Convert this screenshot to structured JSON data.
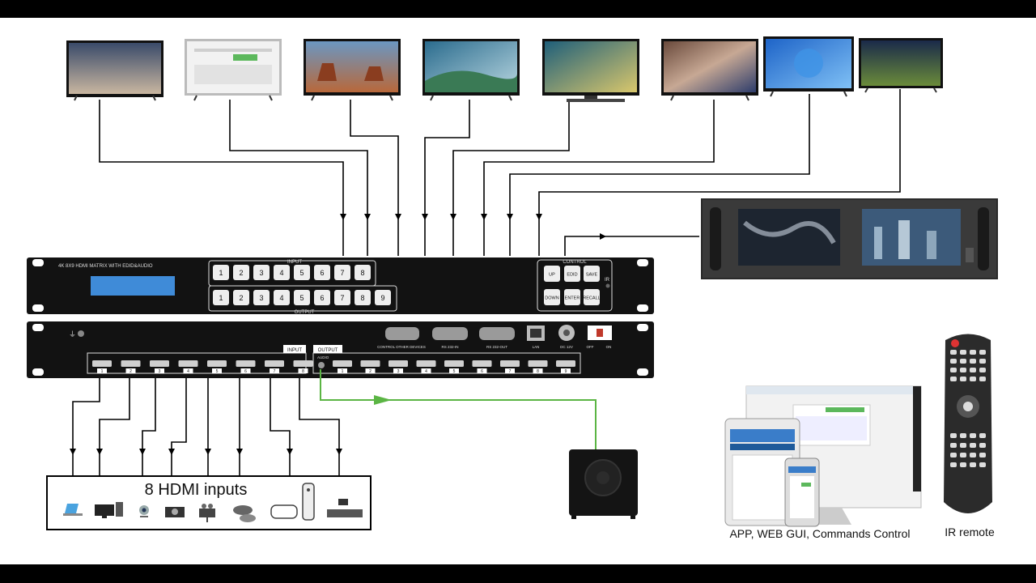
{
  "matrix": {
    "title": "4K 8X9 HDMI MATRIX WITH EDID&AUDIO",
    "input_group_label": "INPUT",
    "output_group_label": "OUTPUT",
    "input_buttons": [
      "1",
      "2",
      "3",
      "4",
      "5",
      "6",
      "7",
      "8"
    ],
    "output_buttons": [
      "1",
      "2",
      "3",
      "4",
      "5",
      "6",
      "7",
      "8",
      "9"
    ],
    "control_label": "CONTROL",
    "control_buttons": [
      "UP",
      "EDID",
      "SAVE",
      "DOWN",
      "ENTER",
      "RECALL"
    ],
    "ir_label": "IR"
  },
  "rear_panel": {
    "ports": [
      "CONTROL OTHER DEVICES",
      "RS 232-IN",
      "RS 232-OUT",
      "LAN",
      "DC 12V"
    ],
    "power_labels": [
      "OFF",
      "ON"
    ],
    "input_tab": "INPUT",
    "output_tab": "OUTPUT",
    "audio_label": "AUDIO",
    "input_port_numbers": [
      "1",
      "2",
      "3",
      "4",
      "5",
      "6",
      "7",
      "8"
    ],
    "output_port_numbers": [
      "1",
      "2",
      "3",
      "4",
      "5",
      "6",
      "7",
      "8",
      "9"
    ]
  },
  "labels": {
    "inputs_box": "8 HDMI inputs",
    "app_control": "APP, WEB GUI, Commands Control",
    "ir_remote": "IR remote"
  },
  "colors": {
    "audio_line": "#5bb544",
    "panel": "#111111",
    "lcd": "#3f8bd8"
  }
}
